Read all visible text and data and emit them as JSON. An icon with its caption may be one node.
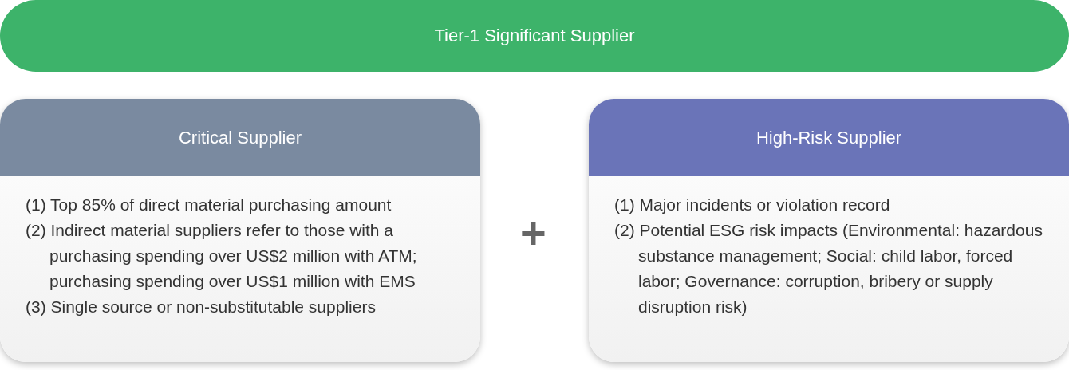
{
  "diagram": {
    "nodes": [
      {
        "text": [
          "Tier-1 Significant Supplier"
        ]
      },
      {
        "text": [
          "Critical Supplier",
          "(1) Top 85% of direct material purchasing amount",
          "(2) Indirect material suppliers refer to those with a purchasing spending over US$2 million with ATM; purchasing spending over US$1 million with EMS",
          "(3) Single source or non-substitutable suppliers"
        ]
      },
      {
        "text": [
          "High-Risk Supplier",
          "(1) Major incidents or violation record",
          "(2) Potential ESG risk impacts (Environmental: hazardous substance management; Social: child labor, forced labor; Governance: corruption, bribery or supply disruption risk)"
        ]
      }
    ],
    "labels": [
      "+"
    ]
  }
}
